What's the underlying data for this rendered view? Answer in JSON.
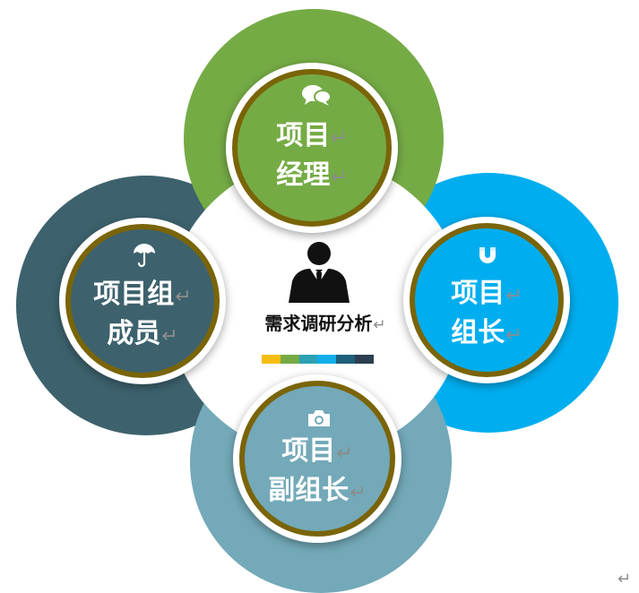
{
  "center": {
    "title": "需求调研分析",
    "return_mark": "↵",
    "palette": [
      "#f5bd12",
      "#75ab45",
      "#2ba1b3",
      "#12aeea",
      "#1e5f7a",
      "#2c3e50"
    ]
  },
  "nodes": {
    "top": {
      "line1": "项目",
      "line2": "经理",
      "icon": "chat-bubbles-icon",
      "color": "#75ab45"
    },
    "right": {
      "line1": "项目",
      "line2": "组长",
      "icon": "magnet-icon",
      "color": "#00aeef"
    },
    "bottom": {
      "line1": "项目",
      "line2": "副组长",
      "icon": "camera-icon",
      "color": "#73a9b8"
    },
    "left": {
      "line1": "项目组",
      "line2": "成员",
      "icon": "umbrella-icon",
      "color": "#3d626d"
    }
  },
  "return_mark": "↵",
  "page_return_mark": "↵"
}
